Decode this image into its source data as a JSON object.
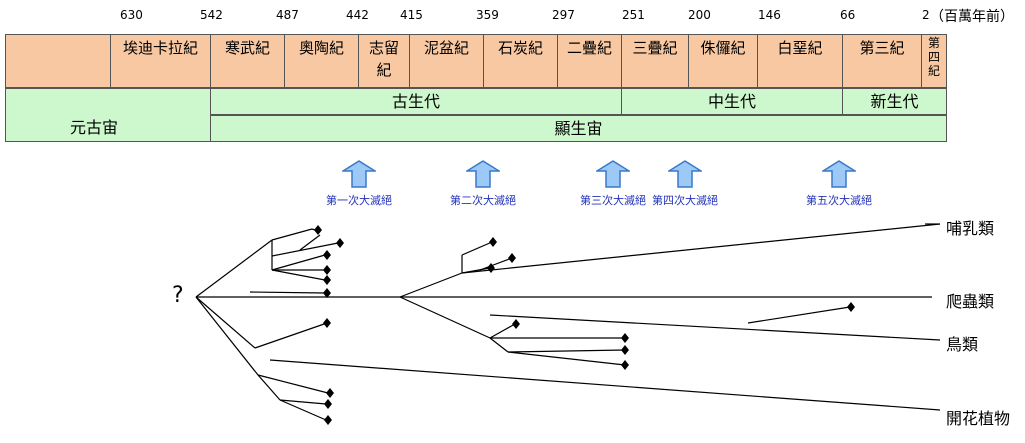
{
  "ticks": [
    "630",
    "542",
    "487",
    "442",
    "415",
    "359",
    "297",
    "251",
    "200",
    "146",
    "66",
    "2"
  ],
  "unit": "（百萬年前）",
  "periods": [
    "埃迪卡拉紀",
    "寒武紀",
    "奧陶紀",
    "志留\n紀",
    "泥盆紀",
    "石炭紀",
    "二疊紀",
    "三疊紀",
    "侏儸紀",
    "白堊紀",
    "第三紀",
    "第\n四\n紀"
  ],
  "eras": [
    "古生代",
    "中生代",
    "新生代"
  ],
  "eons": [
    "元古宙",
    "顯生宙"
  ],
  "extinctions": [
    "第一次大滅絕",
    "第二次大滅絕",
    "第三次大滅絕",
    "第四次大滅絕",
    "第五次大滅絕"
  ],
  "tree": {
    "root": "?",
    "lineages": [
      "哺乳類",
      "爬蟲類",
      "鳥類",
      "開花植物"
    ]
  },
  "colors": {
    "period_fill": "#f7c8a2",
    "era_fill": "#cdf7cd",
    "arrow_fill": "#9cc9f5",
    "arrow_stroke": "#3a78c9",
    "extinction_text": "#2233bb"
  }
}
